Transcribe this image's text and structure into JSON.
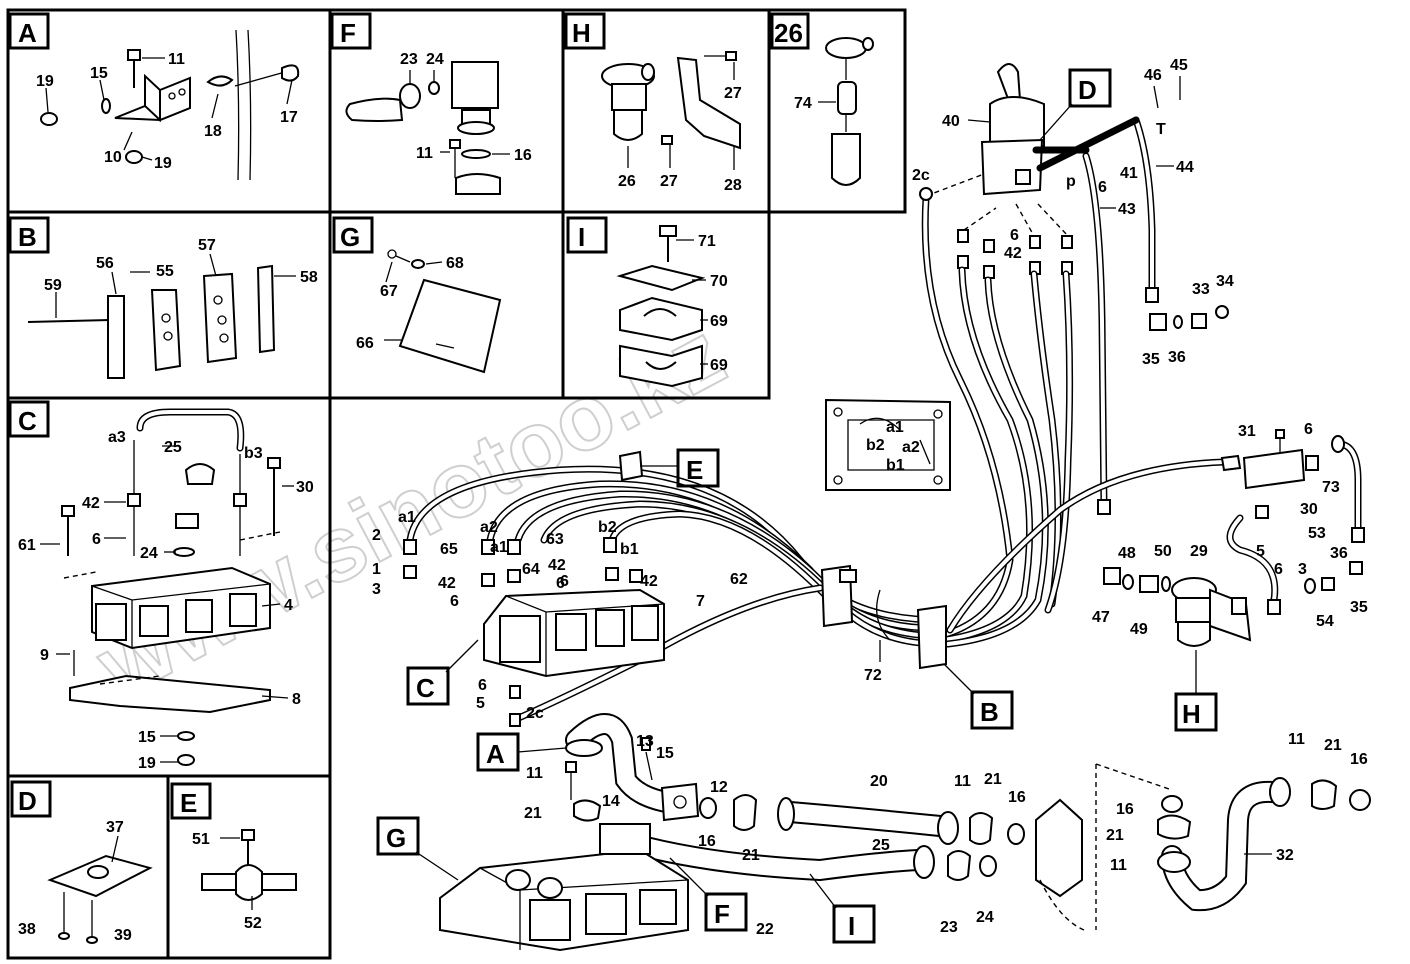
{
  "watermark": "www.sinotoo.kz",
  "panels": {
    "A": {
      "letter": "A",
      "labels": [
        "11",
        "19",
        "15",
        "10",
        "19",
        "18",
        "17"
      ]
    },
    "F": {
      "letter": "F",
      "labels": [
        "23",
        "24",
        "11",
        "16"
      ]
    },
    "H": {
      "letter": "H",
      "labels": [
        "27",
        "26",
        "27",
        "28"
      ]
    },
    "P26": {
      "letter": "26",
      "labels": [
        "74"
      ]
    },
    "B": {
      "letter": "B",
      "labels": [
        "59",
        "56",
        "55",
        "57",
        "58"
      ]
    },
    "G": {
      "letter": "G",
      "labels": [
        "68",
        "67",
        "66"
      ]
    },
    "I": {
      "letter": "I",
      "labels": [
        "71",
        "70",
        "69",
        "69"
      ]
    },
    "C": {
      "letter": "C",
      "labels": [
        "a3",
        "25",
        "b3",
        "42",
        "30",
        "61",
        "6",
        "24",
        "4",
        "9",
        "8",
        "15",
        "19"
      ]
    },
    "D": {
      "letter": "D",
      "labels": [
        "37",
        "38",
        "39"
      ]
    },
    "E": {
      "letter": "E",
      "labels": [
        "51",
        "52"
      ]
    }
  },
  "main": {
    "callouts": [
      "C",
      "A",
      "G",
      "F",
      "I",
      "E",
      "B",
      "D",
      "H"
    ],
    "inset_labels": [
      "a1",
      "b2",
      "a2",
      "b1"
    ],
    "labels": [
      "40",
      "2c",
      "46",
      "45",
      "T",
      "p",
      "6",
      "41",
      "44",
      "43",
      "6",
      "42",
      "33",
      "34",
      "35",
      "36",
      "31",
      "6",
      "73",
      "30",
      "53",
      "29",
      "5",
      "6",
      "36",
      "3",
      "35",
      "54",
      "48",
      "50",
      "47",
      "49",
      "a1",
      "2",
      "a2",
      "63",
      "b2",
      "65",
      "a1",
      "64",
      "b1",
      "1",
      "3",
      "42",
      "42",
      "6",
      "6",
      "42",
      "6",
      "62",
      "7",
      "72",
      "6",
      "5",
      "2c",
      "13",
      "15",
      "11",
      "12",
      "14",
      "21",
      "16",
      "21",
      "20",
      "11",
      "21",
      "16",
      "25",
      "23",
      "24",
      "11",
      "21",
      "16",
      "16",
      "21",
      "11",
      "32",
      "22"
    ]
  }
}
